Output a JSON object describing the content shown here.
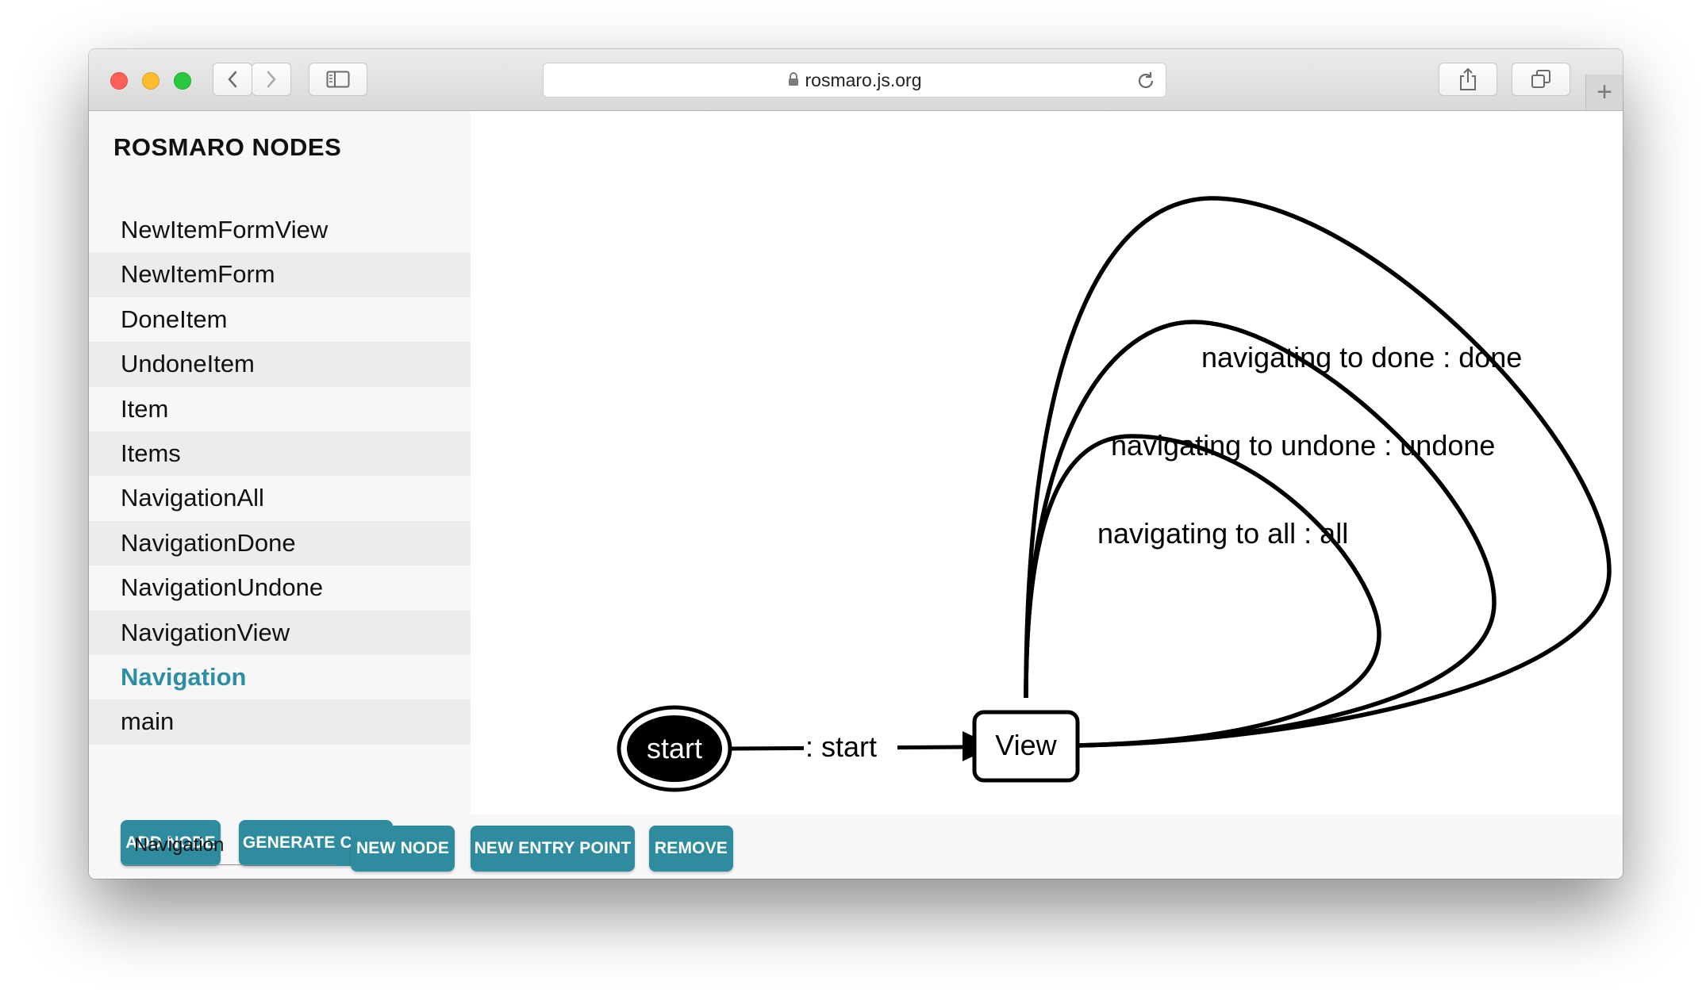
{
  "browser": {
    "url": "rosmaro.js.org"
  },
  "sidebar": {
    "title": "ROSMARO NODES",
    "nodes": [
      "NewItemFormView",
      "NewItemForm",
      "DoneItem",
      "UndoneItem",
      "Item",
      "Items",
      "NavigationAll",
      "NavigationDone",
      "NavigationUndone",
      "NavigationView",
      "Navigation",
      "main"
    ],
    "active_node": "Navigation",
    "add_node_label": "ADD NODE",
    "generate_code_label": "GENERATE CODE"
  },
  "bottom": {
    "node_name_value": "Navigation",
    "new_node_label": "NEW NODE",
    "new_entry_point_label": "NEW ENTRY POINT",
    "remove_label": "REMOVE"
  },
  "graph": {
    "start_label": "start",
    "view_label": "View",
    "start_edge_label": ": start",
    "edge_done_label": "navigating to done : done",
    "edge_undone_label": "navigating to undone : undone",
    "edge_all_label": "navigating to all : all"
  },
  "colors": {
    "accent": "#2f8c9f",
    "active_text": "#2d8ea3"
  }
}
